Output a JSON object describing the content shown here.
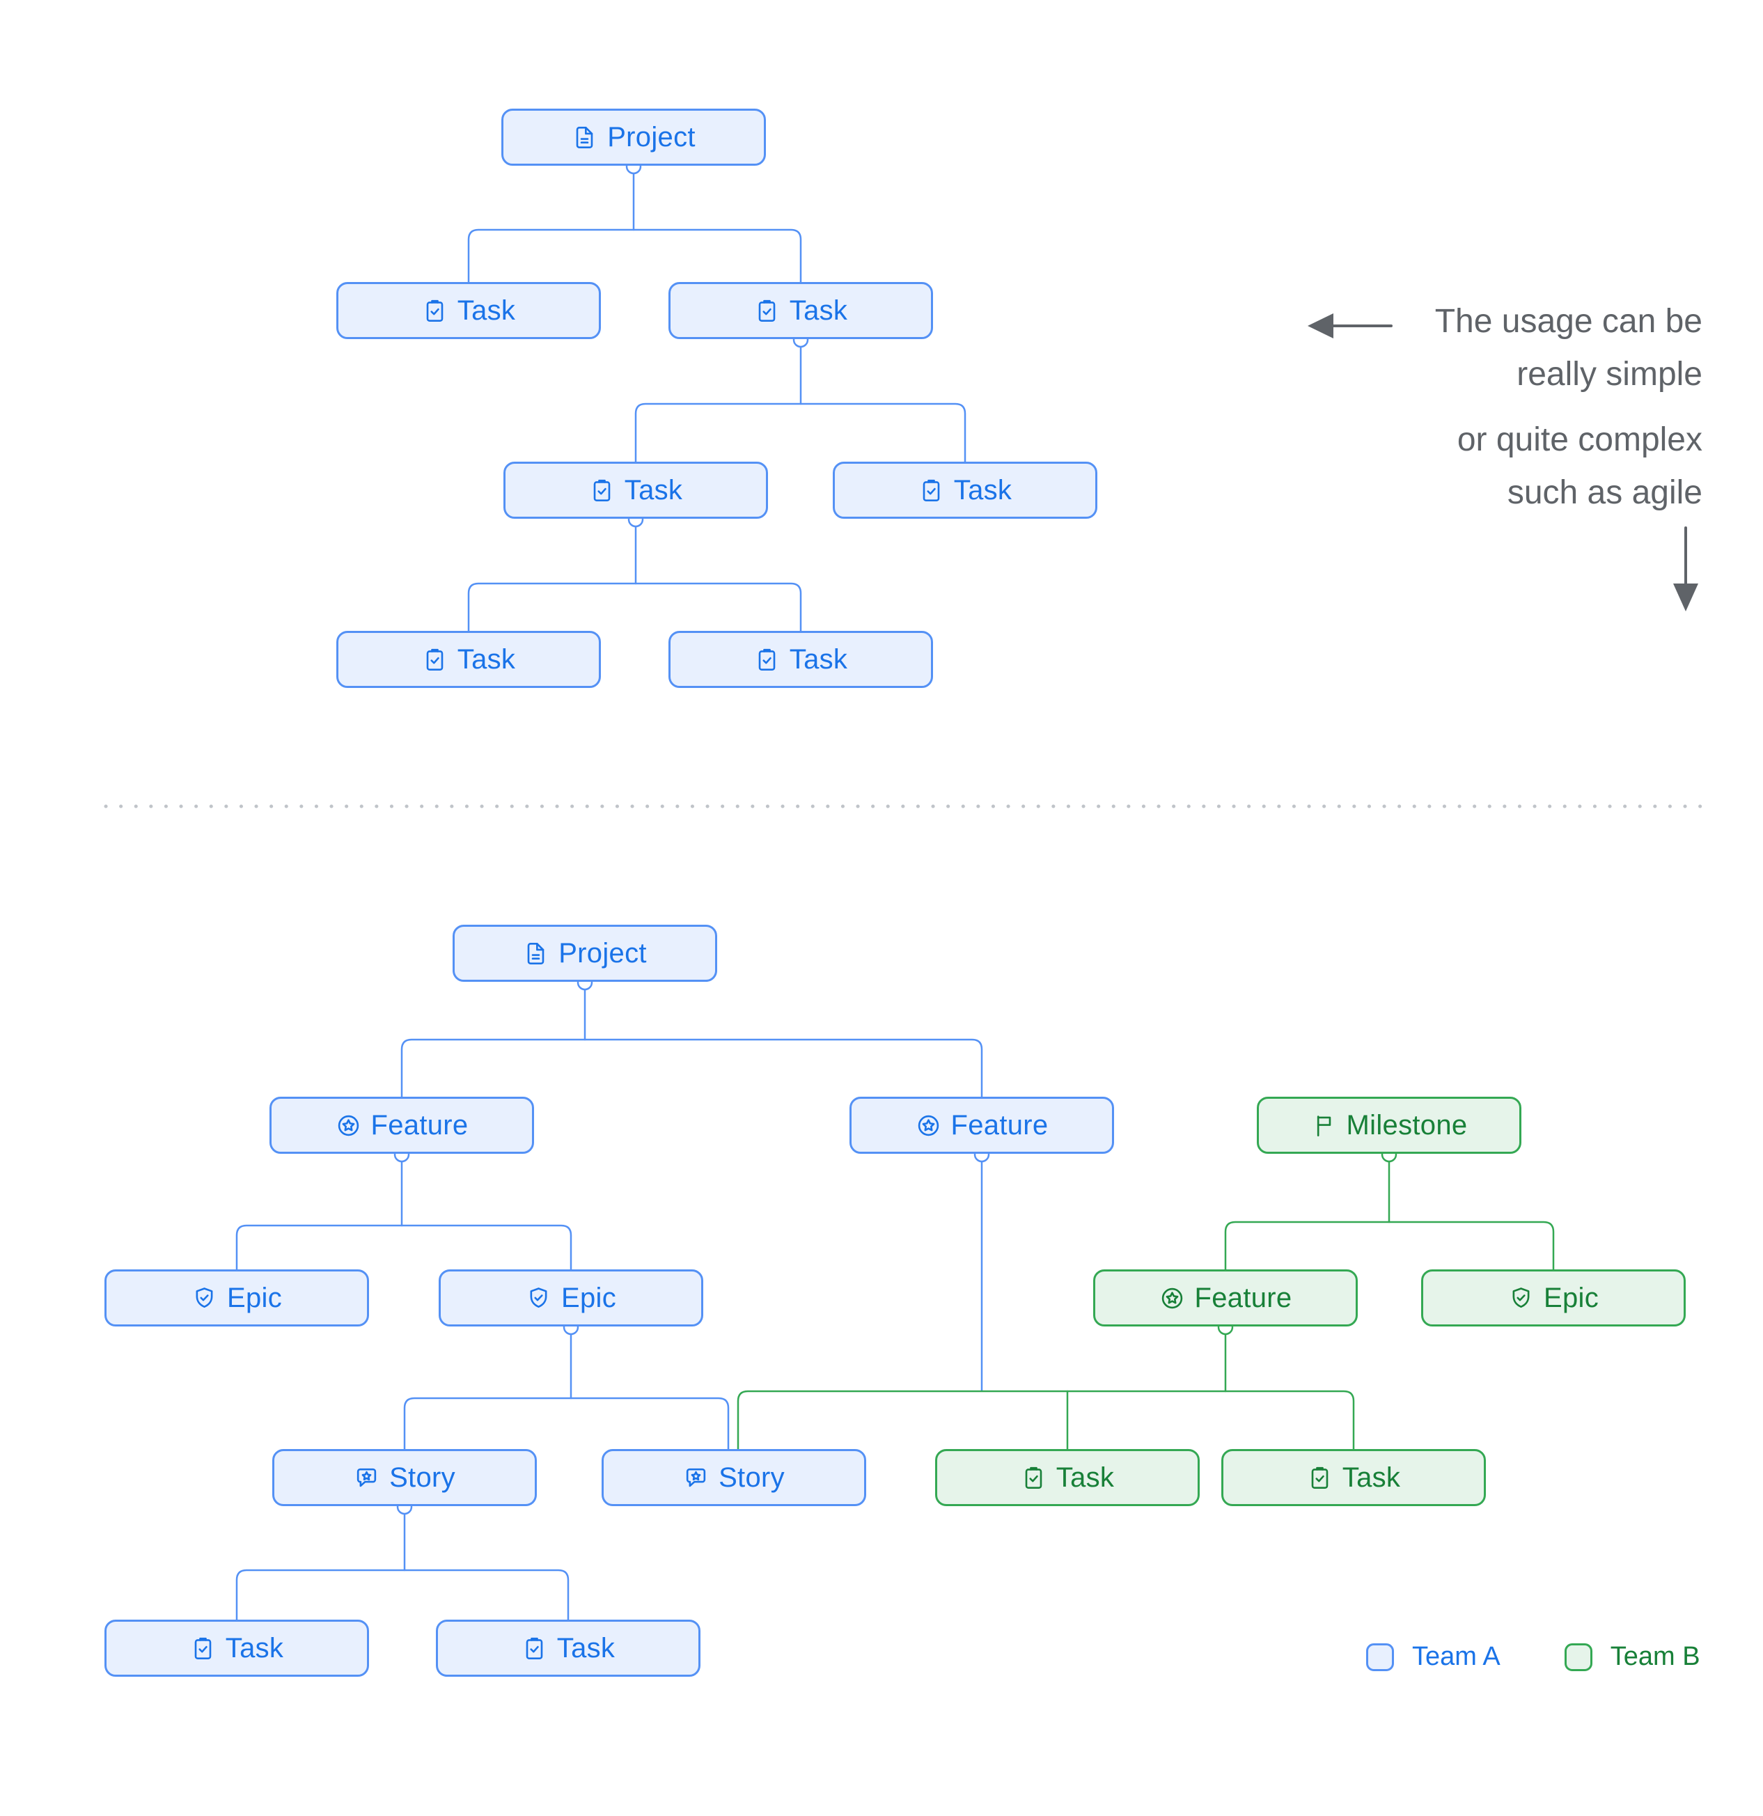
{
  "colors": {
    "team_a_border": "#5491F5",
    "team_a_fill": "#E8F0FE",
    "team_a_text": "#1A73E8",
    "team_b_border": "#34A853",
    "team_b_fill": "#E6F4EA",
    "team_b_text": "#188038",
    "annotation_text": "#5F6368",
    "divider_dots": "#C0C4C9"
  },
  "nodes": {
    "p1": {
      "type": "project",
      "label": "Project",
      "team": "A"
    },
    "t1": {
      "type": "task",
      "label": "Task",
      "team": "A"
    },
    "t2": {
      "type": "task",
      "label": "Task",
      "team": "A"
    },
    "t3": {
      "type": "task",
      "label": "Task",
      "team": "A"
    },
    "t4": {
      "type": "task",
      "label": "Task",
      "team": "A"
    },
    "t5": {
      "type": "task",
      "label": "Task",
      "team": "A"
    },
    "t6": {
      "type": "task",
      "label": "Task",
      "team": "A"
    },
    "p2": {
      "type": "project",
      "label": "Project",
      "team": "A"
    },
    "f1": {
      "type": "feature",
      "label": "Feature",
      "team": "A"
    },
    "f2": {
      "type": "feature",
      "label": "Feature",
      "team": "A"
    },
    "m1": {
      "type": "milestone",
      "label": "Milestone",
      "team": "B"
    },
    "e1": {
      "type": "epic",
      "label": "Epic",
      "team": "A"
    },
    "e2": {
      "type": "epic",
      "label": "Epic",
      "team": "A"
    },
    "gf1": {
      "type": "feature",
      "label": "Feature",
      "team": "B"
    },
    "ge1": {
      "type": "epic",
      "label": "Epic",
      "team": "B"
    },
    "s1": {
      "type": "story",
      "label": "Story",
      "team": "A"
    },
    "s2": {
      "type": "story",
      "label": "Story",
      "team": "A"
    },
    "gt1": {
      "type": "task",
      "label": "Task",
      "team": "B"
    },
    "gt2": {
      "type": "task",
      "label": "Task",
      "team": "B"
    },
    "bt1": {
      "type": "task",
      "label": "Task",
      "team": "A"
    },
    "bt2": {
      "type": "task",
      "label": "Task",
      "team": "A"
    }
  },
  "hierarchy": {
    "simple_tree": [
      {
        "parent": "p1",
        "children": [
          "t1",
          "t2"
        ]
      },
      {
        "parent": "t2",
        "children": [
          "t3",
          "t4"
        ]
      },
      {
        "parent": "t3",
        "children": [
          "t5",
          "t6"
        ]
      }
    ],
    "complex_tree": [
      {
        "parent": "p2",
        "children": [
          "f1",
          "f2"
        ]
      },
      {
        "parent": "f1",
        "children": [
          "e1",
          "e2"
        ]
      },
      {
        "parent": "e2",
        "children": [
          "s1",
          "s2"
        ]
      },
      {
        "parent": "s1",
        "children": [
          "bt1",
          "bt2"
        ]
      },
      {
        "parent": "m1",
        "children": [
          "gf1",
          "ge1"
        ]
      }
    ],
    "shared_bus": {
      "parents": [
        "f2",
        "gf1"
      ],
      "children": [
        "s2",
        "gt1",
        "gt2"
      ]
    }
  },
  "annotation": {
    "line1": "The usage can be",
    "line2": "really simple",
    "line3": "or quite complex",
    "line4": "such as agile"
  },
  "legend": {
    "team_a": {
      "label": "Team A"
    },
    "team_b": {
      "label": "Team B"
    }
  }
}
